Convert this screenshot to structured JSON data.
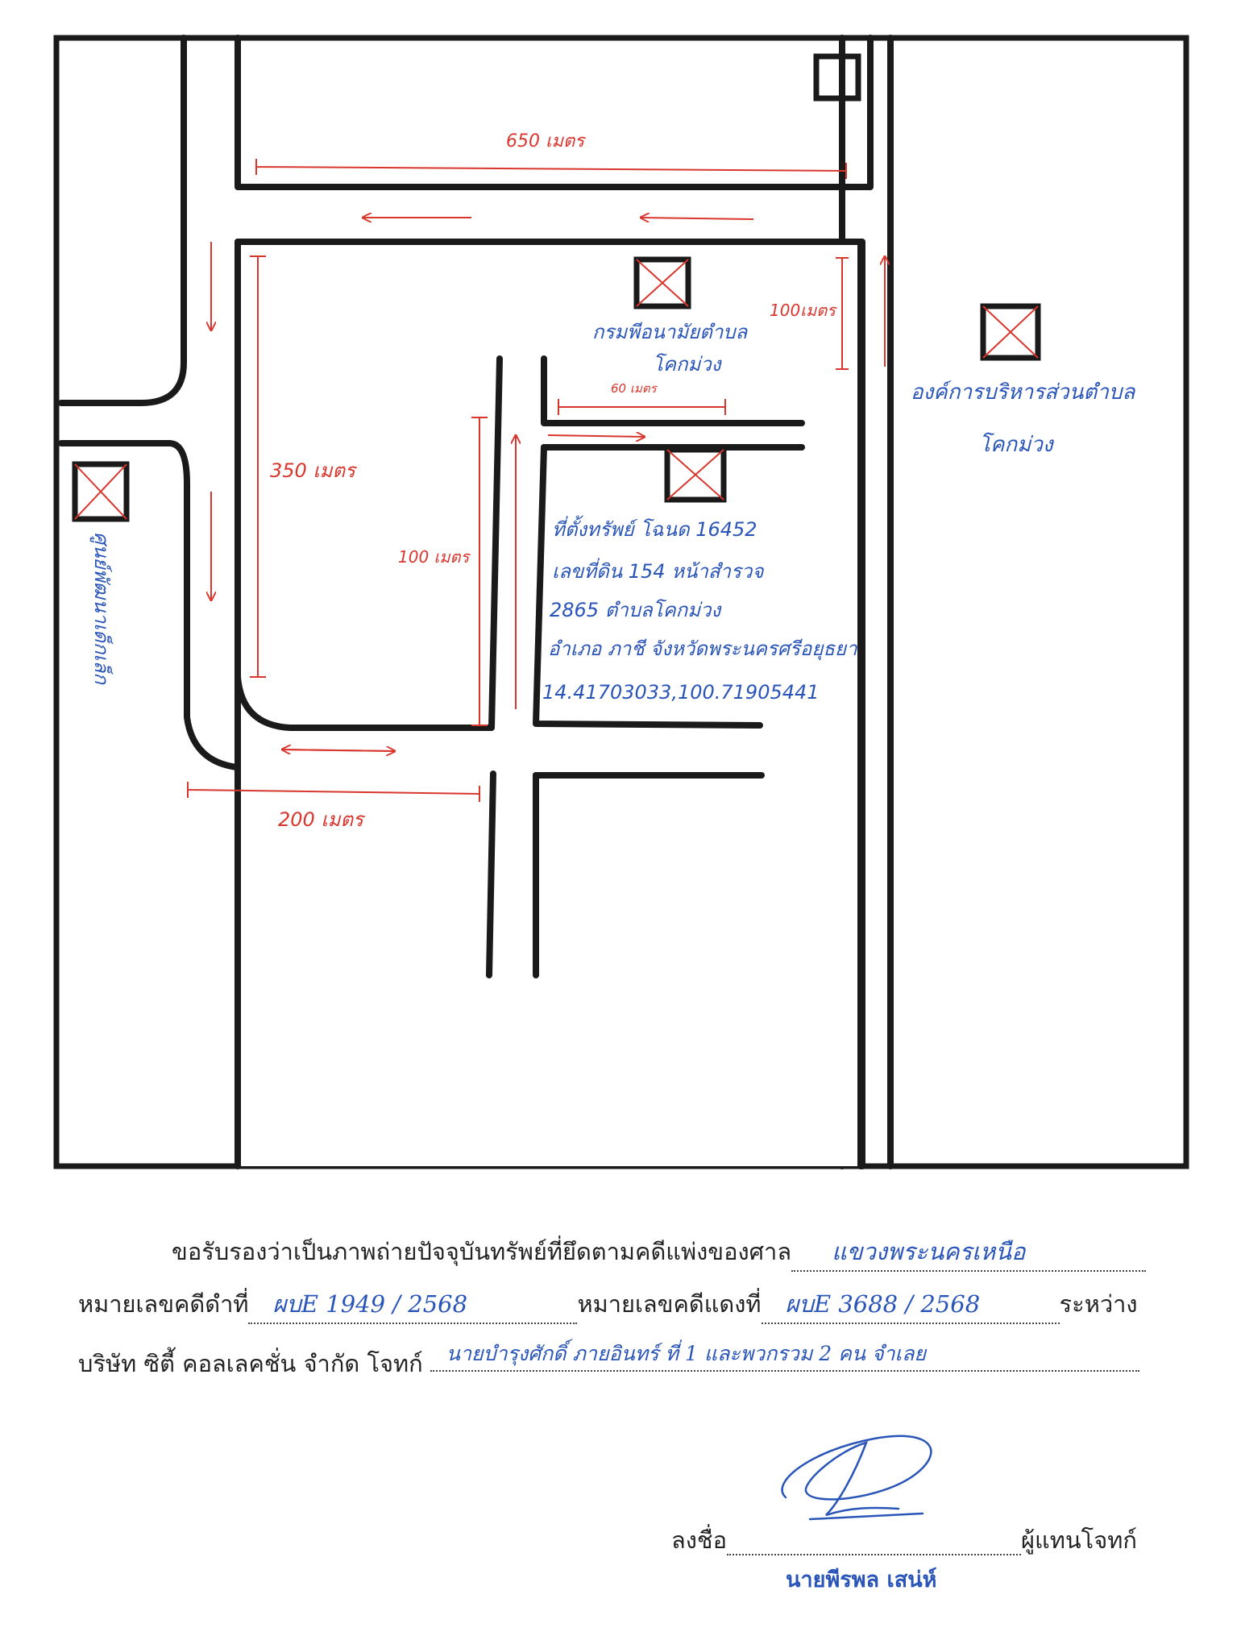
{
  "map": {
    "places": {
      "health_center": [
        "กรมพีอนามัยตำบล",
        "โคกม่วง"
      ],
      "sao": [
        "องค์การบริหารส่วนตำบล",
        "โคกม่วง"
      ],
      "school": "ศูนย์พัฒนาเด็กเล็ก"
    },
    "property_note": [
      "ที่ตั้งทรัพย์ โฉนด 16452",
      "เลขที่ดิน 154 หน้าสำรวจ",
      "2865   ตำบลโคกม่วง",
      "อำเภอ ภาชี จังหวัดพระนครศรีอยุธยา",
      "14.41703033,100.71905441"
    ],
    "distances": {
      "top": "650 เมตร",
      "right": "100เมตร",
      "left": "350 เมตร",
      "middle": "100 เมตร",
      "short": "60 เมตร",
      "bottom": "200 เมตร"
    },
    "colors": {
      "road": "#1a1a1a",
      "dimension": "#d9362e",
      "handwriting": "#2a55b8",
      "marker": "#d9362e"
    }
  },
  "certificate": {
    "line1_prefix": "ขอรับรองว่าเป็นภาพถ่ายปัจจุบันทรัพย์ที่ยึดตามคดีแพ่งของศาล",
    "court": "แขวงพระนครเหนือ",
    "black_case_label": "หมายเลขคดีดำที่",
    "black_case": "ผบE 1949 / 2568",
    "red_case_label": "หมายเลขคดีแดงที่",
    "red_case": "ผบE 3688 / 2568",
    "between": "ระหว่าง",
    "plaintiff": "บริษัท ซิตี้ คอลเลคชั่น จำกัด โจทก์",
    "defendant": "นายบำรุงศักดิ์  ภายอินทร์ ที่ 1  และพวกรวม 2 คน  จำเลย",
    "sign_label": "ลงชื่อ",
    "sign_role": "ผู้แทนโจทก์",
    "signer_name": "นายพีรพล เสน่ห์"
  }
}
